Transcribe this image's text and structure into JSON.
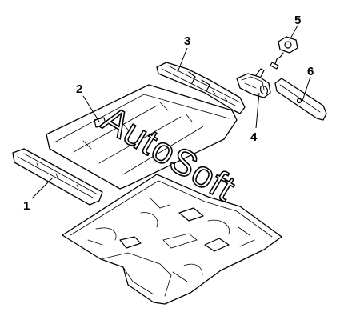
{
  "diagram": {
    "watermark": "AutoSoft",
    "callouts": [
      {
        "id": "1",
        "label": "1"
      },
      {
        "id": "2",
        "label": "2"
      },
      {
        "id": "3",
        "label": "3"
      },
      {
        "id": "4",
        "label": "4"
      },
      {
        "id": "5",
        "label": "5"
      },
      {
        "id": "6",
        "label": "6"
      }
    ]
  }
}
